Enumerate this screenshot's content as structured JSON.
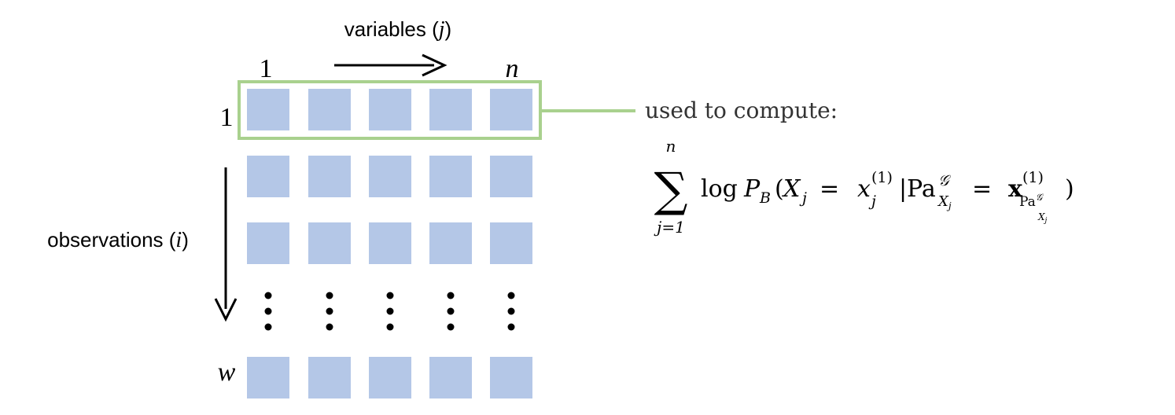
{
  "labels": {
    "variables_text": "variables (",
    "variables_index": "j",
    "variables_close": ")",
    "observations_text": "observations (",
    "observations_index": "i",
    "observations_close": ")",
    "col_first": "1",
    "col_last": "n",
    "row_first": "1",
    "row_last": "w",
    "callout": "used to compute:"
  },
  "formula": {
    "sum_upper": "n",
    "sum_lower": "j=1",
    "log": "log",
    "P": "P",
    "P_sub": "B",
    "X": "X",
    "X_sub": "j",
    "eq1": "=",
    "x": "x",
    "x_sup": "(1)",
    "x_sub": "j",
    "bar": "|",
    "Pa": "Pa",
    "Pa_sup": "𝒢",
    "Pa_sub_X": "X",
    "Pa_sub_j": "j",
    "eq2": "=",
    "bold_x": "x",
    "bold_x_sup": "(1)",
    "sub_Pa": "Pa",
    "sub_Pa_sup": "𝒢",
    "sub_Pa_sub": "X",
    "sub_Pa_sub_j": "j",
    "open_paren": "(",
    "close_paren": ")"
  },
  "colors": {
    "cell": "#b4c7e7",
    "highlight": "#a9d18e",
    "arrow": "#000000"
  }
}
